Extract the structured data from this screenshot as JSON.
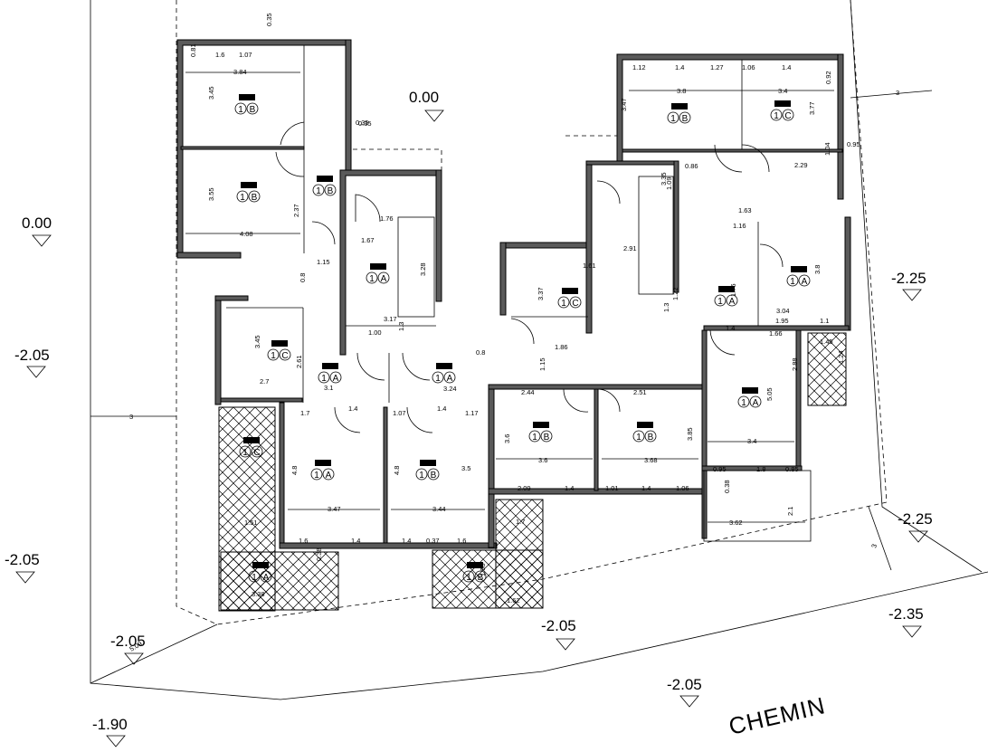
{
  "street_name": "CHEMIN",
  "levels": [
    {
      "id": "lvl-top-center",
      "text": "0.00"
    },
    {
      "id": "lvl-left-top",
      "text": "0.00"
    },
    {
      "id": "lvl-left-a",
      "text": "-2.05"
    },
    {
      "id": "lvl-left-b",
      "text": "-2.05"
    },
    {
      "id": "lvl-bottom-left",
      "text": "-2.05"
    },
    {
      "id": "lvl-bottom-mid",
      "text": "-2.05"
    },
    {
      "id": "lvl-bottom-center",
      "text": "-2.05"
    },
    {
      "id": "lvl-bottom-corner",
      "text": "-1.90"
    },
    {
      "id": "lvl-right-a",
      "text": "-2.25"
    },
    {
      "id": "lvl-right-b",
      "text": "-2.25"
    },
    {
      "id": "lvl-right-c",
      "text": "-2.35"
    }
  ],
  "rooms": [
    {
      "num": "1",
      "letter": "B"
    },
    {
      "num": "1",
      "letter": "B"
    },
    {
      "num": "1",
      "letter": "B"
    },
    {
      "num": "1",
      "letter": "A"
    },
    {
      "num": "1",
      "letter": "C"
    },
    {
      "num": "1",
      "letter": "A"
    },
    {
      "num": "1",
      "letter": "A"
    },
    {
      "num": "1",
      "letter": "A"
    },
    {
      "num": "1",
      "letter": "B"
    },
    {
      "num": "1",
      "letter": "B"
    },
    {
      "num": "1",
      "letter": "B"
    },
    {
      "num": "1",
      "letter": "B"
    },
    {
      "num": "1",
      "letter": "C"
    },
    {
      "num": "1",
      "letter": "C"
    },
    {
      "num": "1",
      "letter": "A"
    },
    {
      "num": "1",
      "letter": "A"
    },
    {
      "num": "1",
      "letter": "A"
    },
    {
      "num": "1",
      "letter": "A"
    },
    {
      "num": "1",
      "letter": "B"
    },
    {
      "num": "1",
      "letter": "C"
    }
  ],
  "dimensions": [
    "0.81",
    "1.6",
    "1.07",
    "3.84",
    "3.45",
    "0.35",
    "3.55",
    "4.08",
    "2.37",
    "1.15",
    "0.8",
    "1.76",
    "1.67",
    "3.17",
    "1.00",
    "1.3",
    "3.45",
    "2.7",
    "2.61",
    "3.1",
    "3.24",
    "1.7",
    "1.4",
    "1.07",
    "1.4",
    "1.17",
    "4.8",
    "3.47",
    "4.8",
    "3.44",
    "1.6",
    "0.38",
    "1.4",
    "1.4",
    "0.37",
    "1.6",
    "3.37",
    "1.86",
    "0.8",
    "1.15",
    "2.44",
    "2.51",
    "3.6",
    "3.6",
    "3.68",
    "3.85",
    "2.09",
    "1.4",
    "1.01",
    "1.4",
    "1.06",
    "1.7",
    "1.98",
    "3.35",
    "1.61",
    "2.91",
    "1.22",
    "1.3",
    "1.09",
    "1.63",
    "1.16",
    "1.12",
    "1.4",
    "1.27",
    "1.06",
    "1.4",
    "3.8",
    "3.4",
    "3.47",
    "3.77",
    "0.92",
    "1.04",
    "0.95",
    "0.86",
    "2.29",
    "3.8",
    "1.76",
    "3.04",
    "1.95",
    "1.1",
    "1.4",
    "1.66",
    "1.45",
    "2.88",
    "5.05",
    "3.4",
    "0.95",
    "1.8",
    "0.85",
    "0.38",
    "3.62",
    "2.1",
    "3",
    "3",
    "3",
    "5.09",
    "1.51",
    "3.38",
    "0.35",
    "0.35",
    "3.28",
    "1.24",
    "1.62",
    "3.5",
    "1.6"
  ]
}
